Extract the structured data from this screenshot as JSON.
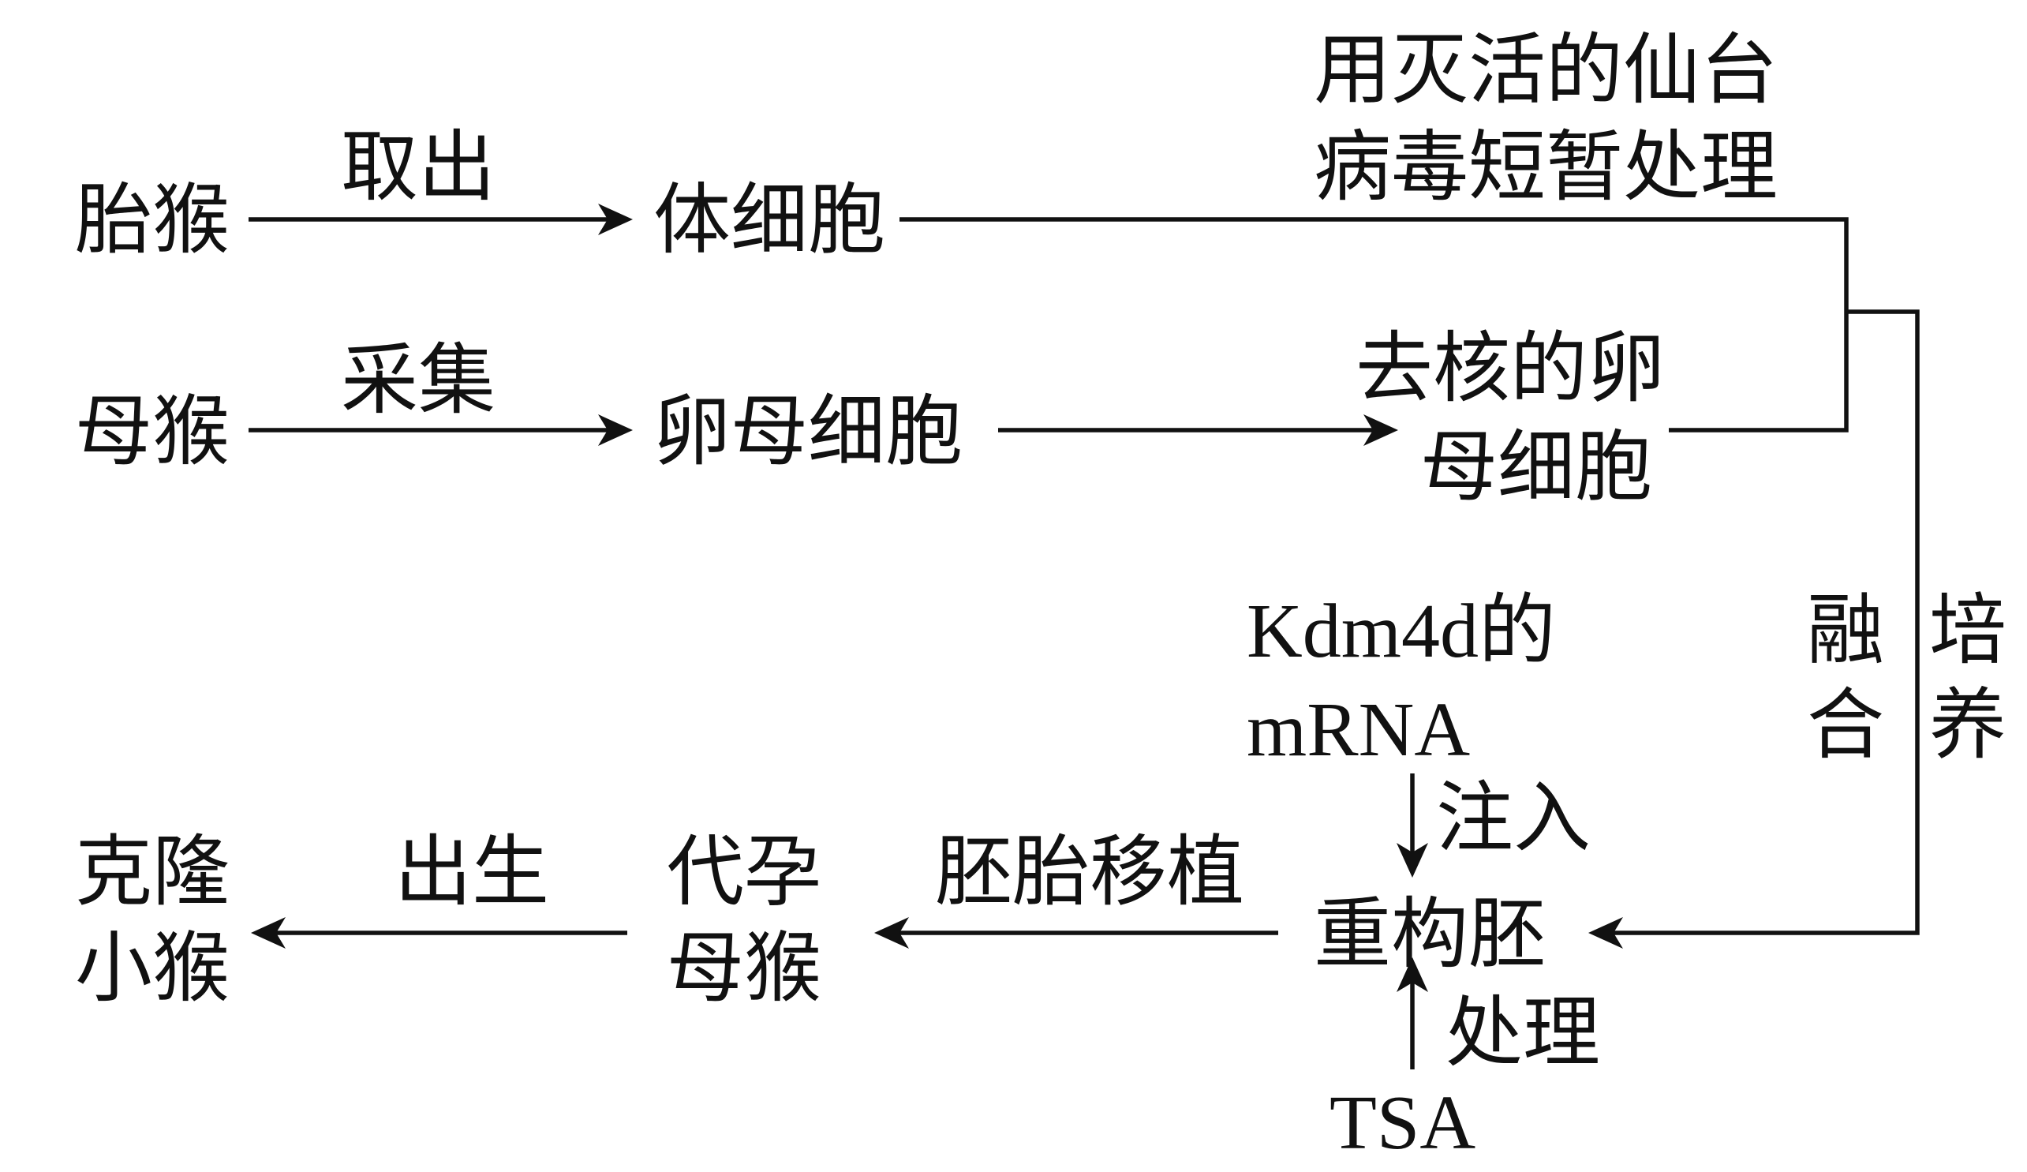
{
  "nodes": {
    "fetal_monkey": "胎猴",
    "somatic_cell": "体细胞",
    "inactivated_virus_line1": "用灭活的仙台",
    "inactivated_virus_line2": "病毒短暂处理",
    "mother_monkey": "母猴",
    "oocyte": "卵母细胞",
    "enucleated_oocyte_line1": "去核的卵",
    "enucleated_oocyte_line2": "母细胞",
    "kdm4d_line1": "Kdm4d的",
    "kdm4d_line2": "mRNA",
    "reconstructed_embryo": "重构胚",
    "tsa": "TSA",
    "surrogate_line1": "代孕",
    "surrogate_line2": "母猴",
    "clone_line1": "克隆",
    "clone_line2": "小猴"
  },
  "edge_labels": {
    "take_out": "取出",
    "collect": "采集",
    "fusion_line1": "融",
    "fusion_line2": "合",
    "culture_line1": "培",
    "culture_line2": "养",
    "inject": "注入",
    "treat": "处理",
    "embryo_transfer": "胚胎移植",
    "birth": "出生"
  }
}
